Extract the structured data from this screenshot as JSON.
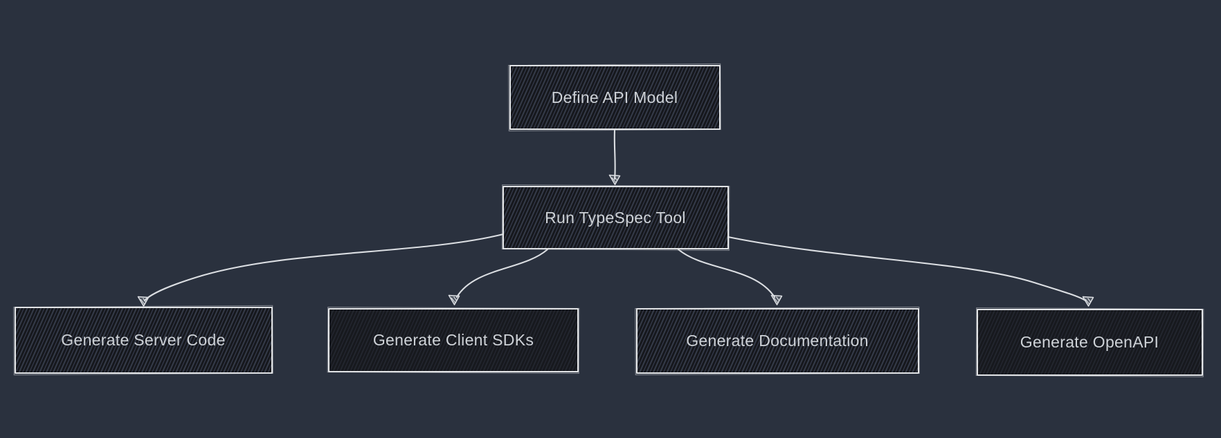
{
  "diagram": {
    "type": "flowchart",
    "direction": "top-down",
    "theme": {
      "background": "#2a313e",
      "node_fill": "#16181d",
      "node_border": "#e4e6e8",
      "node_text": "#ced2d7",
      "edge_color": "#dbdee2",
      "hatch_line": "#39404f",
      "hatch_line_alt": "#4d5470",
      "style": "hand-drawn-sketch"
    },
    "nodes": [
      {
        "id": "define",
        "label": "Define API Model"
      },
      {
        "id": "run",
        "label": "Run TypeSpec Tool"
      },
      {
        "id": "server",
        "label": "Generate Server Code"
      },
      {
        "id": "client",
        "label": "Generate Client SDKs"
      },
      {
        "id": "docs",
        "label": "Generate Documentation"
      },
      {
        "id": "openapi",
        "label": "Generate OpenAPI"
      }
    ],
    "edges": [
      {
        "from": "Define API Model",
        "to": "Run TypeSpec Tool"
      },
      {
        "from": "Run TypeSpec Tool",
        "to": "Generate Server Code"
      },
      {
        "from": "Run TypeSpec Tool",
        "to": "Generate Client SDKs"
      },
      {
        "from": "Run TypeSpec Tool",
        "to": "Generate Documentation"
      },
      {
        "from": "Run TypeSpec Tool",
        "to": "Generate OpenAPI"
      }
    ]
  }
}
